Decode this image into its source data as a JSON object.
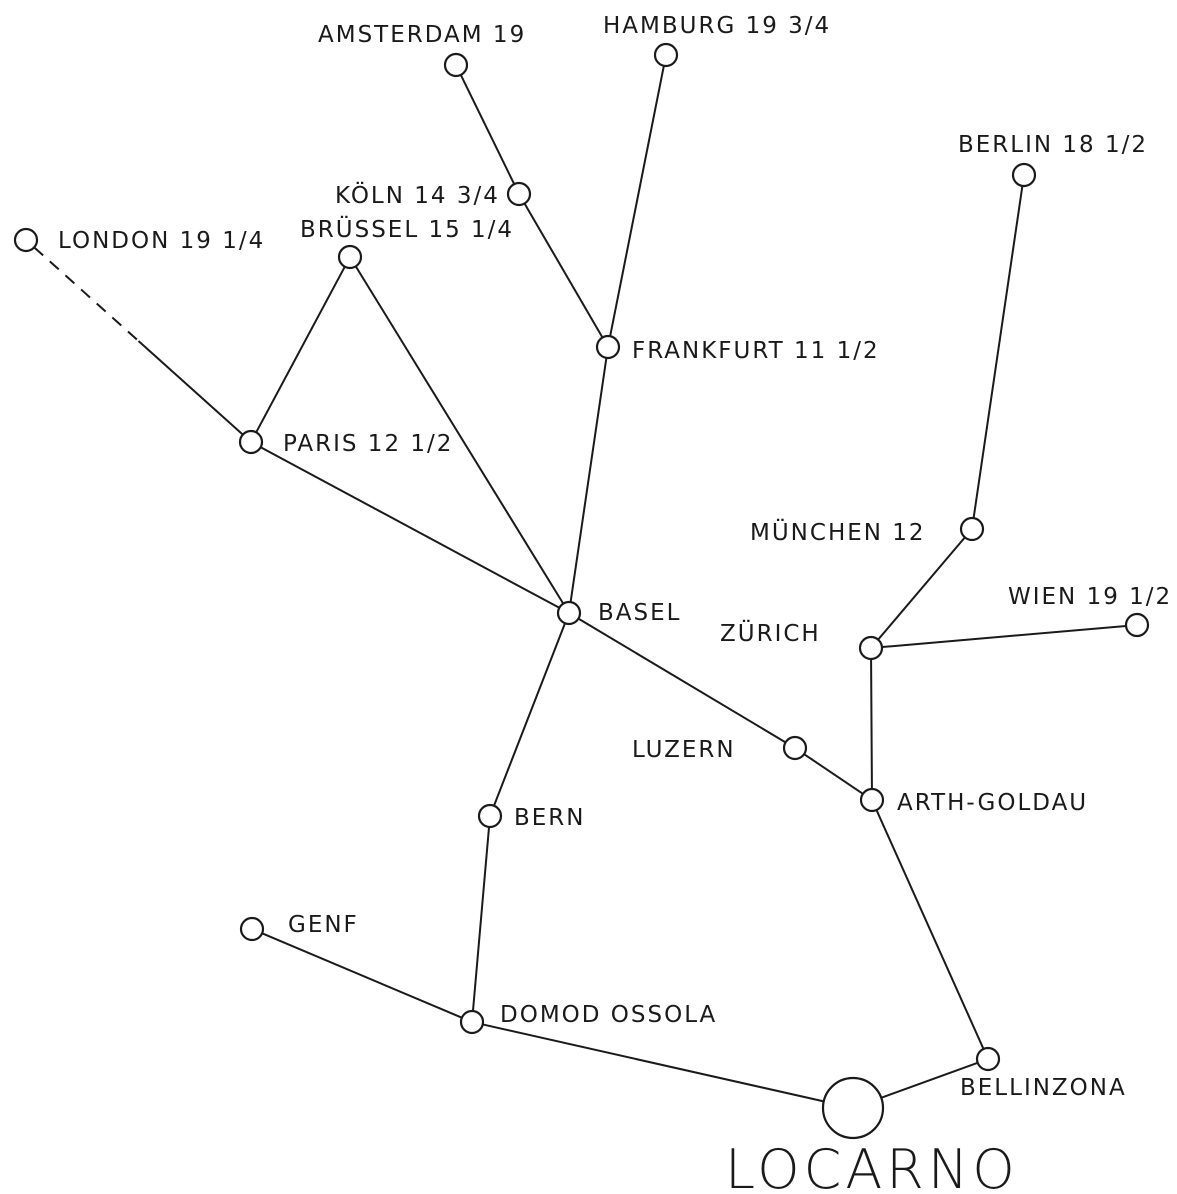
{
  "stations": [
    {
      "id": "amsterdam",
      "label": "AMSTERDAM 19"
    },
    {
      "id": "hamburg",
      "label": "HAMBURG 19 3/4"
    },
    {
      "id": "berlin",
      "label": "BERLIN 18 1/2"
    },
    {
      "id": "koeln",
      "label": "KÖLN 14 3/4"
    },
    {
      "id": "bruessel",
      "label": "BRÜSSEL 15 1/4"
    },
    {
      "id": "london",
      "label": "LONDON 19 1/4"
    },
    {
      "id": "frankfurt",
      "label": "FRANKFURT 11 1/2"
    },
    {
      "id": "paris",
      "label": "PARIS 12 1/2"
    },
    {
      "id": "muenchen",
      "label": "MÜNCHEN 12"
    },
    {
      "id": "wien",
      "label": "WIEN 19 1/2"
    },
    {
      "id": "basel",
      "label": "BASEL"
    },
    {
      "id": "zuerich",
      "label": "ZÜRICH"
    },
    {
      "id": "luzern",
      "label": "LUZERN"
    },
    {
      "id": "arth_goldau",
      "label": "ARTH-GOLDAU"
    },
    {
      "id": "bern",
      "label": "BERN"
    },
    {
      "id": "genf",
      "label": "GENF"
    },
    {
      "id": "domodossola",
      "label": "DOMOD OSSOLA"
    },
    {
      "id": "bellinzona",
      "label": "BELLINZONA"
    },
    {
      "id": "locarno",
      "label": "LOCARNO"
    }
  ],
  "connections": [
    {
      "from": "amsterdam",
      "to": "koeln"
    },
    {
      "from": "koeln",
      "to": "frankfurt"
    },
    {
      "from": "hamburg",
      "to": "frankfurt"
    },
    {
      "from": "frankfurt",
      "to": "basel"
    },
    {
      "from": "london",
      "to": "paris",
      "style": "dashed"
    },
    {
      "from": "bruessel",
      "to": "paris"
    },
    {
      "from": "bruessel",
      "to": "basel"
    },
    {
      "from": "paris",
      "to": "basel"
    },
    {
      "from": "basel",
      "to": "luzern"
    },
    {
      "from": "luzern",
      "to": "arth_goldau"
    },
    {
      "from": "basel",
      "to": "bern"
    },
    {
      "from": "bern",
      "to": "domodossola"
    },
    {
      "from": "genf",
      "to": "domodossola"
    },
    {
      "from": "domodossola",
      "to": "locarno"
    },
    {
      "from": "berlin",
      "to": "muenchen"
    },
    {
      "from": "muenchen",
      "to": "zuerich"
    },
    {
      "from": "wien",
      "to": "zuerich"
    },
    {
      "from": "zuerich",
      "to": "arth_goldau"
    },
    {
      "from": "arth_goldau",
      "to": "bellinzona"
    },
    {
      "from": "bellinzona",
      "to": "locarno"
    }
  ]
}
